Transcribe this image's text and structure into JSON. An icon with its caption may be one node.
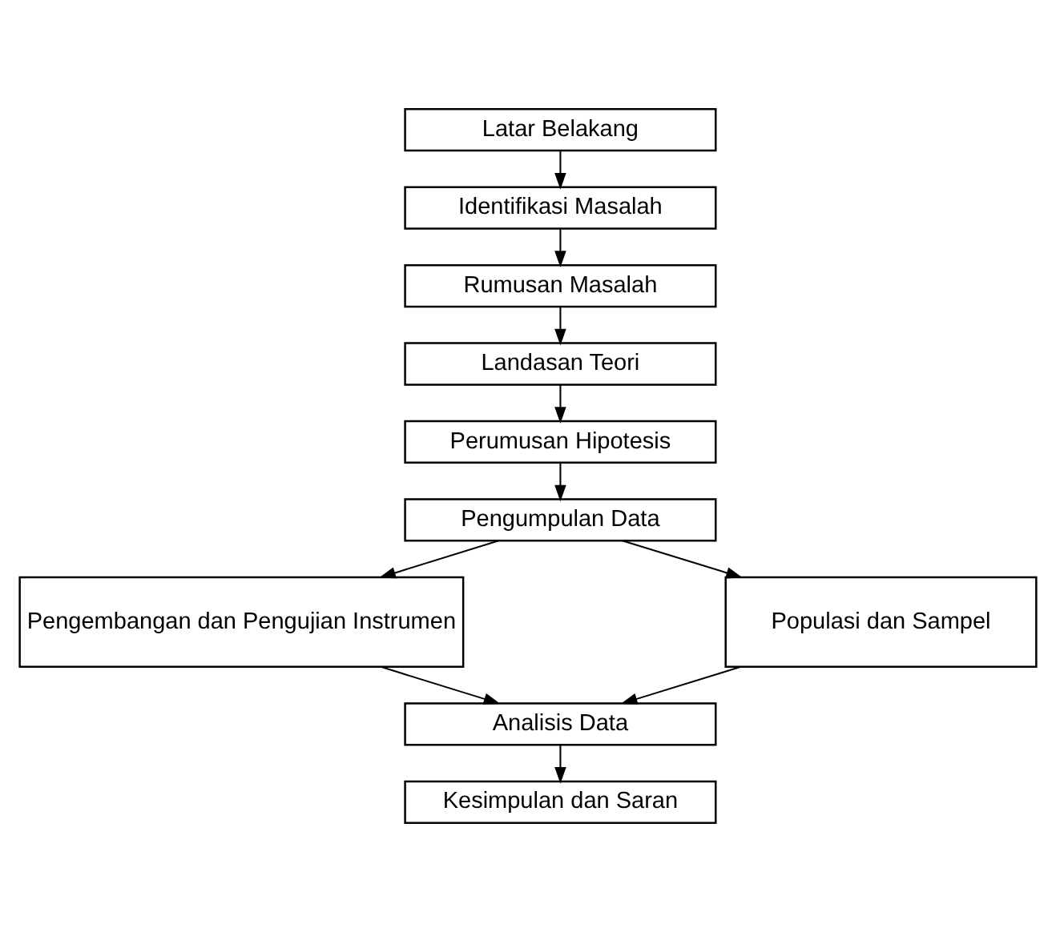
{
  "diagram": {
    "nodes": [
      {
        "text": [
          "Latar Belakang"
        ]
      },
      {
        "text": [
          "Identifikasi Masalah"
        ]
      },
      {
        "text": [
          "Rumusan Masalah"
        ]
      },
      {
        "text": [
          "Landasan Teori"
        ]
      },
      {
        "text": [
          "Perumusan Hipotesis"
        ]
      },
      {
        "text": [
          "Pengumpulan Data"
        ]
      },
      {
        "text": [
          "Pengembangan dan Pengujian Instrumen"
        ]
      },
      {
        "text": [
          "Populasi dan Sampel"
        ]
      },
      {
        "text": [
          "Analisis Data"
        ]
      },
      {
        "text": [
          "Kesimpulan dan Saran"
        ]
      }
    ],
    "edges": [
      {
        "from": 0,
        "to": 1,
        "arrow": "to"
      },
      {
        "from": 1,
        "to": 2,
        "arrow": "to"
      },
      {
        "from": 2,
        "to": 3,
        "arrow": "to"
      },
      {
        "from": 3,
        "to": 4,
        "arrow": "to"
      },
      {
        "from": 4,
        "to": 5,
        "arrow": "to"
      },
      {
        "from": 5,
        "to": 6,
        "arrow": "to"
      },
      {
        "from": 5,
        "to": 7,
        "arrow": "to"
      },
      {
        "from": 6,
        "to": 8,
        "arrow": "to"
      },
      {
        "from": 7,
        "to": 8,
        "arrow": "to"
      },
      {
        "from": 8,
        "to": 9,
        "arrow": "to"
      }
    ]
  }
}
